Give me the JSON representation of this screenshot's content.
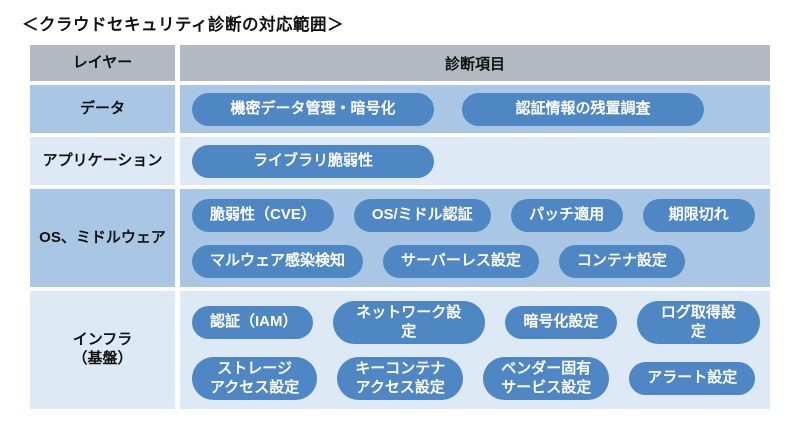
{
  "title": "＜クラウドセキュリティ診断の対応範囲＞",
  "colors": {
    "header_bg": "#b2b9c0",
    "row_medium_bg": "#a9c7e4",
    "row_light_bg": "#dde9f4",
    "pill_bg": "#4e87c4",
    "pill_text": "#ffffff",
    "text": "#111111"
  },
  "table": {
    "headers": {
      "layer": "レイヤー",
      "items": "診断項目"
    },
    "rows": [
      {
        "layer": "データ",
        "shade": "medium",
        "lines": [
          [
            "機密データ管理・暗号化",
            "認証情報の残置調査"
          ]
        ]
      },
      {
        "layer": "アプリケーション",
        "shade": "light",
        "lines": [
          [
            "ライブラリ脆弱性"
          ]
        ]
      },
      {
        "layer": "OS、ミドルウェア",
        "shade": "medium",
        "lines": [
          [
            "脆弱性（CVE）",
            "OS/ミドル認証",
            "パッチ適用",
            "期限切れ"
          ],
          [
            "マルウェア感染検知",
            "サーバーレス設定",
            "コンテナ設定"
          ]
        ]
      },
      {
        "layer": "インフラ\n（基盤）",
        "shade": "light",
        "lines": [
          [
            "認証（IAM）",
            "ネットワーク設定",
            "暗号化設定",
            "ログ取得設定"
          ],
          [
            "ストレージ\nアクセス設定",
            "キーコンテナ\nアクセス設定",
            "ベンダー固有\nサービス設定",
            "アラート設定"
          ]
        ]
      }
    ]
  }
}
